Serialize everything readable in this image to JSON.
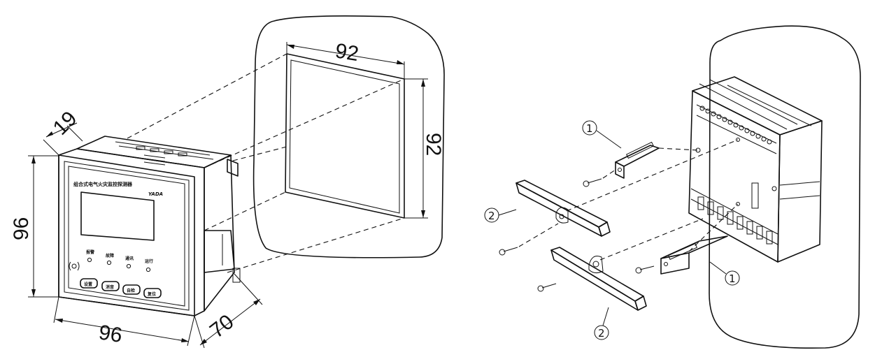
{
  "dimensions": {
    "depth_bezel": "19",
    "panel_height": "96",
    "panel_width": "96",
    "body_depth": "70",
    "cutout_width": "92",
    "cutout_height": "92"
  },
  "device": {
    "title": "组合式电气火灾监控探测器",
    "logo": "YADA",
    "indicators": [
      "报警",
      "故障",
      "通讯",
      "运行"
    ],
    "buttons": [
      "设置",
      "消音",
      "自检",
      "复位"
    ]
  },
  "callouts": {
    "bracket": "1",
    "clamp": "2"
  }
}
